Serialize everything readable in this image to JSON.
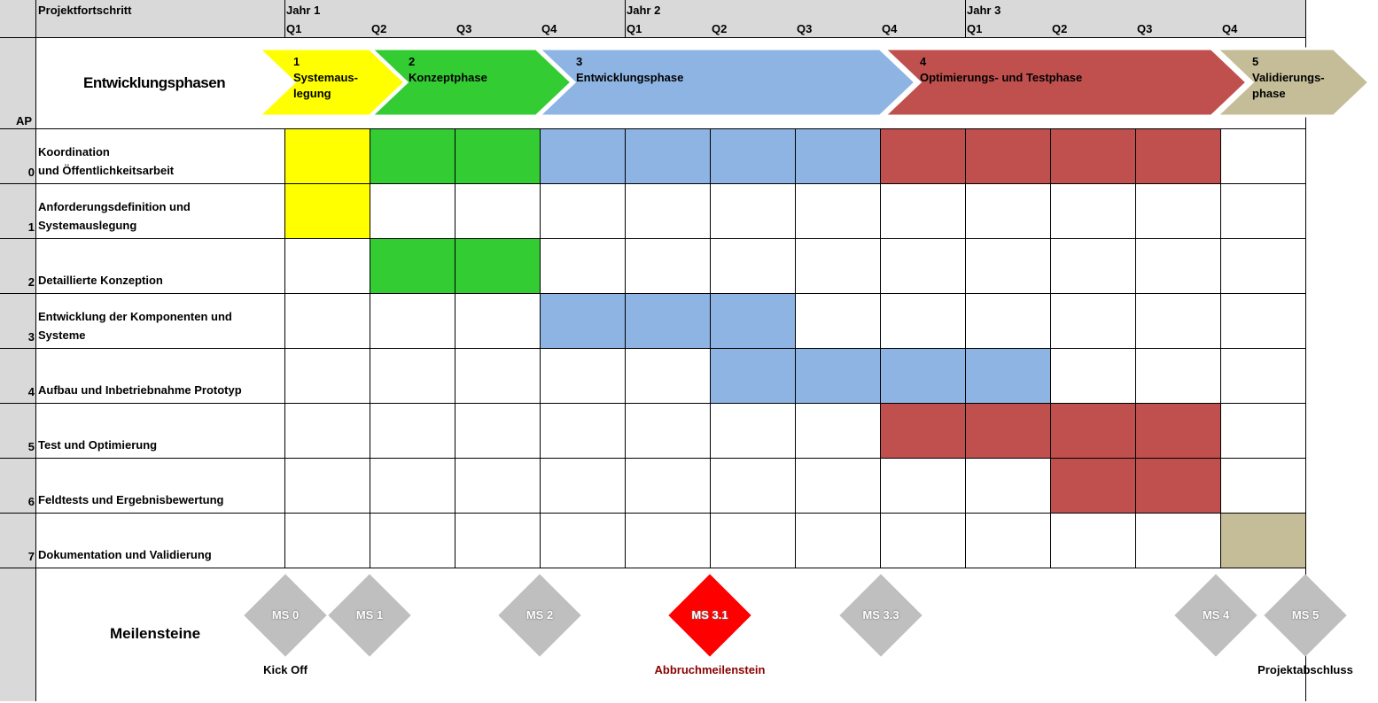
{
  "header": {
    "progress_label": "Projektfortschritt",
    "ap_label": "AP",
    "years": [
      "Jahr 1",
      "Jahr 2",
      "Jahr 3"
    ],
    "quarters": [
      "Q1",
      "Q2",
      "Q3",
      "Q4",
      "Q1",
      "Q2",
      "Q3",
      "Q4",
      "Q1",
      "Q2",
      "Q3",
      "Q4"
    ]
  },
  "phases": {
    "title": "Entwicklungsphasen",
    "items": [
      {
        "number": "1",
        "name": "Systemaus-\nlegung",
        "color": "#ffff00",
        "start": 0,
        "end": 1
      },
      {
        "number": "2",
        "name": "Konzeptphase",
        "color": "#33cc33",
        "start": 1,
        "end": 3
      },
      {
        "number": "3",
        "name": "Entwicklungsphase",
        "color": "#8eb4e3",
        "start": 3,
        "end": 7
      },
      {
        "number": "4",
        "name": "Optimierungs- und Testphase",
        "color": "#c0504d",
        "start": 7,
        "end": 11
      },
      {
        "number": "5",
        "name": "Validierungs-\nphase",
        "color": "#c4bd97",
        "start": 11,
        "end": 12
      }
    ]
  },
  "work_packages": [
    {
      "id": "0",
      "label": "Koordination\nund Öffentlichkeitsarbeit",
      "bars": [
        {
          "phase": 0,
          "start": 0,
          "end": 1
        },
        {
          "phase": 1,
          "start": 1,
          "end": 3
        },
        {
          "phase": 2,
          "start": 3,
          "end": 7
        },
        {
          "phase": 3,
          "start": 7,
          "end": 11
        }
      ]
    },
    {
      "id": "1",
      "label": "Anforderungsdefinition und\nSystemauslegung",
      "bars": [
        {
          "phase": 0,
          "start": 0,
          "end": 1
        }
      ]
    },
    {
      "id": "2",
      "label": "Detaillierte Konzeption",
      "bars": [
        {
          "phase": 1,
          "start": 1,
          "end": 3
        }
      ]
    },
    {
      "id": "3",
      "label": "Entwicklung der Komponenten und\nSysteme",
      "bars": [
        {
          "phase": 2,
          "start": 3,
          "end": 6
        }
      ]
    },
    {
      "id": "4",
      "label": "Aufbau und Inbetriebnahme Prototyp",
      "bars": [
        {
          "phase": 2,
          "start": 5,
          "end": 9
        }
      ]
    },
    {
      "id": "5",
      "label": "Test und Optimierung",
      "bars": [
        {
          "phase": 3,
          "start": 7,
          "end": 11
        }
      ]
    },
    {
      "id": "6",
      "label": "Feldtests und Ergebnisbewertung",
      "bars": [
        {
          "phase": 3,
          "start": 9,
          "end": 11
        }
      ]
    },
    {
      "id": "7",
      "label": "Dokumentation und Validierung",
      "bars": [
        {
          "phase": 4,
          "start": 11,
          "end": 12
        }
      ]
    }
  ],
  "milestones": {
    "title": "Meilensteine",
    "items": [
      {
        "label": "MS 0",
        "quarter": 0.0,
        "color": "#bfbfbf",
        "caption": "Kick Off",
        "caption_color": "#000000"
      },
      {
        "label": "MS 1",
        "quarter": 1.0,
        "color": "#bfbfbf",
        "caption": "",
        "caption_color": "#000000"
      },
      {
        "label": "MS 2",
        "quarter": 3.0,
        "color": "#bfbfbf",
        "caption": "",
        "caption_color": "#000000"
      },
      {
        "label": "MS 3.1",
        "quarter": 5.0,
        "color": "#ff0000",
        "caption": "Abbruchmeilenstein",
        "caption_color": "#8b0000"
      },
      {
        "label": "MS 3.3",
        "quarter": 7.0,
        "color": "#bfbfbf",
        "caption": "",
        "caption_color": "#000000"
      },
      {
        "label": "MS 4",
        "quarter": 11.0,
        "color": "#bfbfbf",
        "caption": "",
        "caption_color": "#000000"
      },
      {
        "label": "MS 5",
        "quarter": 12.0,
        "color": "#bfbfbf",
        "caption": "Projektabschluss",
        "caption_color": "#000000"
      }
    ]
  }
}
